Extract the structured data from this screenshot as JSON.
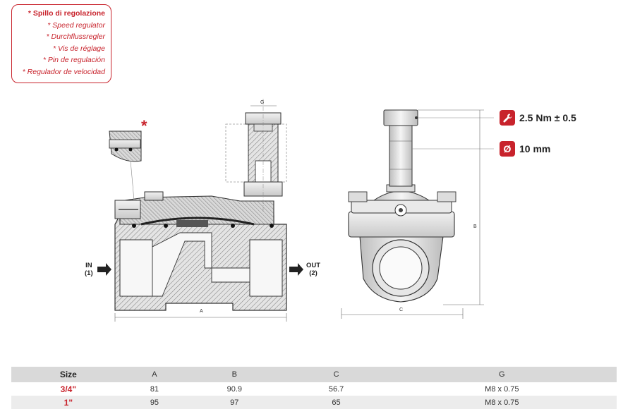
{
  "legend": {
    "items": [
      "* Spillo di regolazione",
      "* Speed regulator",
      "* Durchflussregler",
      "* Vis de réglage",
      "* Pin de regulación",
      "* Regulador de velocidad"
    ]
  },
  "callout_asterisk": "*",
  "specs": {
    "torque": {
      "icon": "wrench-icon",
      "text": "2.5 Nm ± 0.5"
    },
    "diameter": {
      "icon": "diameter-icon",
      "symbol": "Ø",
      "text": "10 mm"
    }
  },
  "ports": {
    "in_label": "IN",
    "in_number": "(1)",
    "out_label": "OUT",
    "out_number": "(2)"
  },
  "dimension_letters": {
    "a": "A",
    "b": "B",
    "c": "C",
    "g": "G"
  },
  "colors": {
    "accent": "#c8232c",
    "table_header": "#d9d9d9",
    "table_alt": "#ececec"
  },
  "table": {
    "headers": [
      "Size",
      "A",
      "B",
      "C",
      "G"
    ],
    "rows": [
      [
        "3/4\"",
        "81",
        "90.9",
        "56.7",
        "M8 x 0.75"
      ],
      [
        "1\"",
        "95",
        "97",
        "65",
        "M8 x 0.75"
      ]
    ]
  }
}
